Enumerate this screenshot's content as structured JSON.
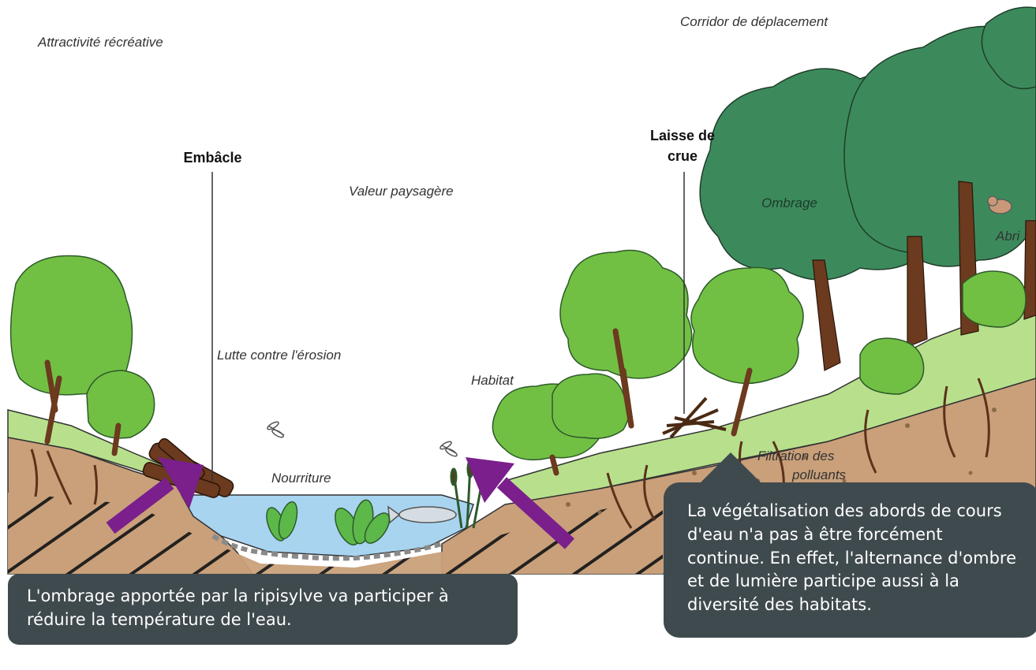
{
  "labels": {
    "attractivite": "Attractivité récréative",
    "corridor": "Corridor de déplacement",
    "embacle": "Embâcle",
    "laisse_line1": "Laisse de",
    "laisse_line2": "crue",
    "valeur": "Valeur paysagère",
    "ombrage": "Ombrage",
    "abri": "Abri",
    "lutte": "Lutte contre l'érosion",
    "habitat": "Habitat",
    "nourriture": "Nourriture",
    "filtration_line1": "Filtration des",
    "filtration_line2": "polluants"
  },
  "callouts": {
    "left": "L'ombrage apportée par la ripisylve va participer à réduire la température de l'eau.",
    "right": "La végétalisation des abords de cours d'eau n'a pas à être forcément continue. En effet, l'alternance d'ombre et de lumière participe aussi à la diversité des habitats."
  },
  "colors": {
    "foliage_light": "#72c043",
    "foliage_dark": "#3c8a5c",
    "trunk": "#6b3a1f",
    "soil": "#c9a07a",
    "grass": "#b8e08c",
    "water": "#a8d4f0",
    "arrow": "#7a1f8c",
    "callout_bg": "#3f4a4e"
  }
}
